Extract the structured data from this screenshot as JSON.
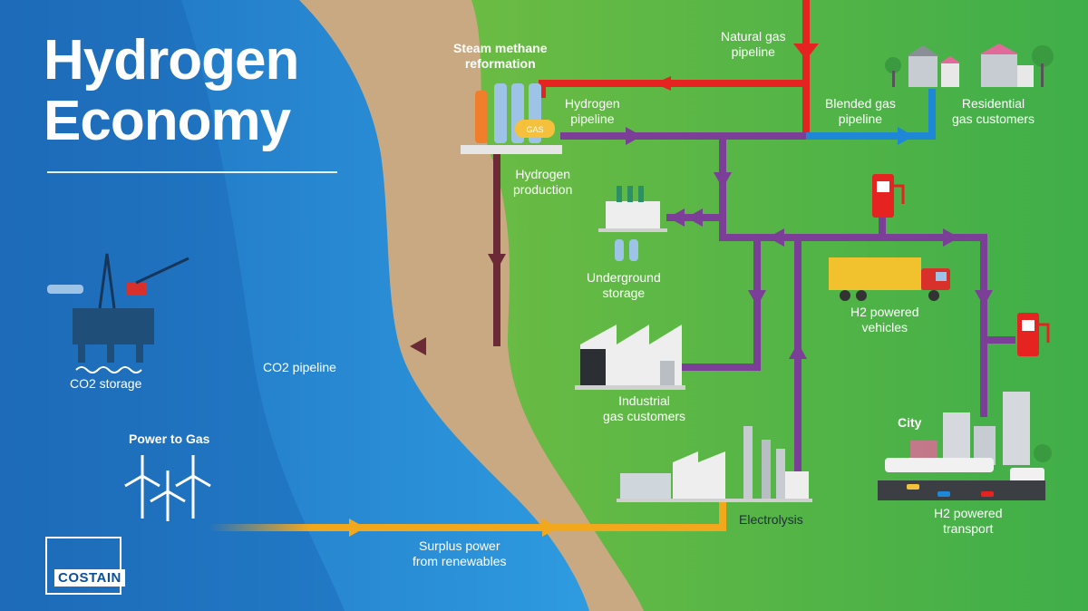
{
  "title": {
    "line1": "Hydrogen",
    "line2": "Economy"
  },
  "logo": {
    "text": "COSTAIN"
  },
  "labels": {
    "steam_methane": "Steam methane",
    "reformation": "reformation",
    "natural_gas": "Natural gas",
    "natural_gas_pipeline": "pipeline",
    "hydrogen_pipeline_1": "Hydrogen",
    "hydrogen_pipeline_2": "pipeline",
    "blended_gas_1": "Blended gas",
    "blended_gas_2": "pipeline",
    "residential_1": "Residential",
    "residential_2": "gas customers",
    "hydrogen_production_1": "Hydrogen",
    "hydrogen_production_2": "production",
    "underground_1": "Underground",
    "underground_2": "storage",
    "h2_vehicles_1": "H2 powered",
    "h2_vehicles_2": "vehicles",
    "industrial_1": "Industrial",
    "industrial_2": "gas customers",
    "co2_storage": "CO2 storage",
    "co2_pipeline": "CO2 pipeline",
    "power_to_gas": "Power to Gas",
    "surplus_1": "Surplus power",
    "surplus_2": "from renewables",
    "electrolysis": "Electrolysis",
    "city": "City",
    "h2_transport_1": "H2 powered",
    "h2_transport_2": "transport",
    "gas_tank": "GAS"
  },
  "colors": {
    "ocean_dark": "#1f6fbd",
    "ocean_light": "#2e9be0",
    "sand": "#c9a982",
    "land_light": "#8cc63f",
    "land_dark": "#3fae49",
    "natural_gas_pipe": "#e52421",
    "hydrogen_pipe": "#7b3f98",
    "blended_pipe": "#1e88d6",
    "co2_pipe": "#6b2a35",
    "power_line": "#f2a81d"
  }
}
